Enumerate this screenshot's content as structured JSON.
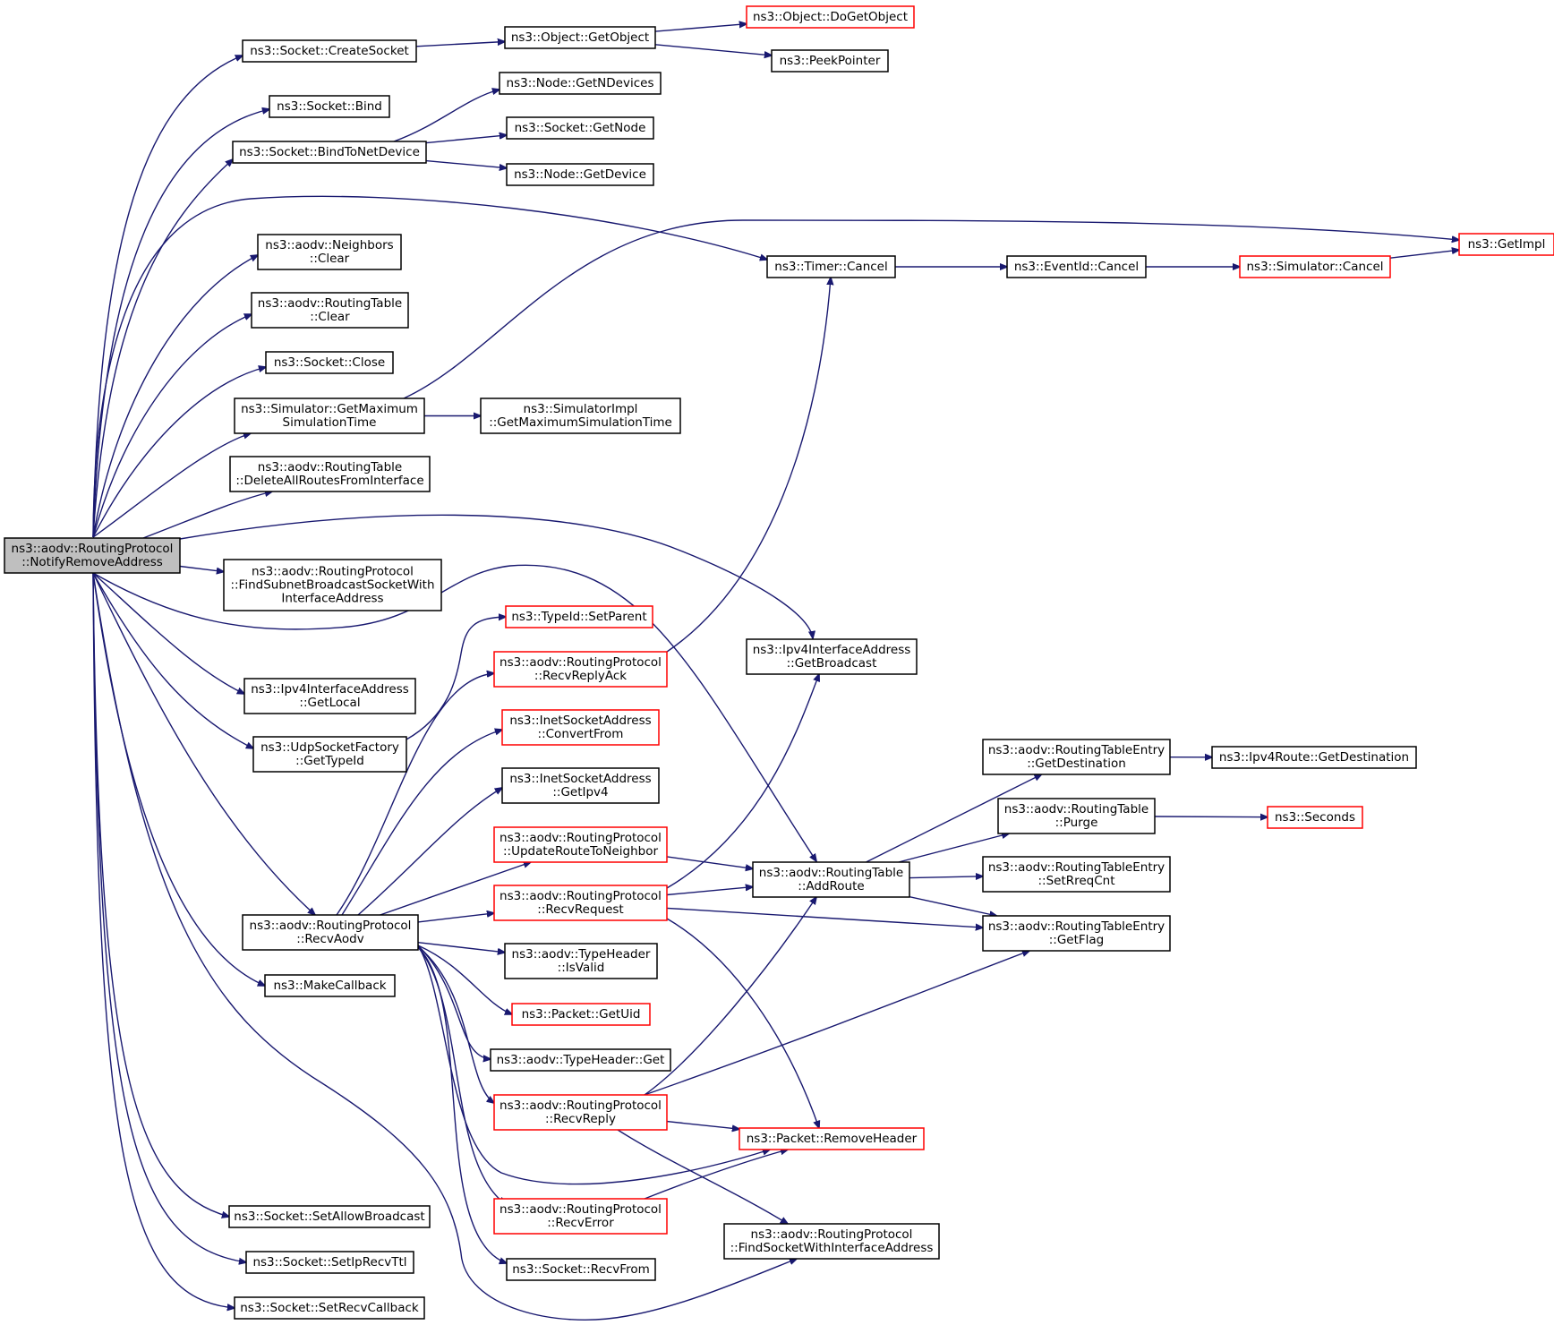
{
  "nodes": [
    {
      "id": "n0",
      "lines": [
        "ns3::aodv::RoutingProtocol",
        "::NotifyRemoveAddress"
      ],
      "color": "root",
      "link": false
    },
    {
      "id": "n1",
      "lines": [
        "ns3::Socket::CreateSocket"
      ],
      "color": "black",
      "link": true
    },
    {
      "id": "n2",
      "lines": [
        "ns3::Socket::Bind"
      ],
      "color": "black",
      "link": true
    },
    {
      "id": "n3",
      "lines": [
        "ns3::Socket::BindToNetDevice"
      ],
      "color": "black",
      "link": true
    },
    {
      "id": "n4",
      "lines": [
        "ns3::aodv::Neighbors",
        "::Clear"
      ],
      "color": "black",
      "link": true
    },
    {
      "id": "n5",
      "lines": [
        "ns3::aodv::RoutingTable",
        "::Clear"
      ],
      "color": "black",
      "link": true
    },
    {
      "id": "n6",
      "lines": [
        "ns3::Socket::Close"
      ],
      "color": "black",
      "link": true
    },
    {
      "id": "n7",
      "lines": [
        "ns3::Simulator::GetMaximum",
        "SimulationTime"
      ],
      "color": "black",
      "link": true
    },
    {
      "id": "n8",
      "lines": [
        "ns3::aodv::RoutingTable",
        "::DeleteAllRoutesFromInterface"
      ],
      "color": "black",
      "link": true
    },
    {
      "id": "n9",
      "lines": [
        "ns3::aodv::RoutingProtocol",
        "::FindSubnetBroadcastSocketWith",
        "InterfaceAddress"
      ],
      "color": "black",
      "link": true
    },
    {
      "id": "n10",
      "lines": [
        "ns3::Ipv4InterfaceAddress",
        "::GetLocal"
      ],
      "color": "black",
      "link": true
    },
    {
      "id": "n11",
      "lines": [
        "ns3::UdpSocketFactory",
        "::GetTypeId"
      ],
      "color": "black",
      "link": true
    },
    {
      "id": "n12",
      "lines": [
        "ns3::aodv::RoutingProtocol",
        "::RecvAodv"
      ],
      "color": "black",
      "link": true
    },
    {
      "id": "n13",
      "lines": [
        "ns3::MakeCallback"
      ],
      "color": "black",
      "link": true
    },
    {
      "id": "n14",
      "lines": [
        "ns3::Socket::SetAllowBroadcast"
      ],
      "color": "black",
      "link": true
    },
    {
      "id": "n15",
      "lines": [
        "ns3::Socket::SetIpRecvTtl"
      ],
      "color": "black",
      "link": true
    },
    {
      "id": "n16",
      "lines": [
        "ns3::Socket::SetRecvCallback"
      ],
      "color": "black",
      "link": true
    },
    {
      "id": "n17",
      "lines": [
        "ns3::Object::GetObject"
      ],
      "color": "black",
      "link": true
    },
    {
      "id": "n18",
      "lines": [
        "ns3::Object::DoGetObject"
      ],
      "color": "red",
      "link": true
    },
    {
      "id": "n19",
      "lines": [
        "ns3::PeekPointer"
      ],
      "color": "black",
      "link": true
    },
    {
      "id": "n20",
      "lines": [
        "ns3::Node::GetNDevices"
      ],
      "color": "black",
      "link": true
    },
    {
      "id": "n21",
      "lines": [
        "ns3::Socket::GetNode"
      ],
      "color": "black",
      "link": true
    },
    {
      "id": "n22",
      "lines": [
        "ns3::Node::GetDevice"
      ],
      "color": "black",
      "link": true
    },
    {
      "id": "n23",
      "lines": [
        "ns3::Timer::Cancel"
      ],
      "color": "black",
      "link": true
    },
    {
      "id": "n24",
      "lines": [
        "ns3::EventId::Cancel"
      ],
      "color": "black",
      "link": true
    },
    {
      "id": "n25",
      "lines": [
        "ns3::Simulator::Cancel"
      ],
      "color": "red",
      "link": true
    },
    {
      "id": "n26",
      "lines": [
        "ns3::GetImpl"
      ],
      "color": "red",
      "link": true
    },
    {
      "id": "n27",
      "lines": [
        "ns3::SimulatorImpl",
        "::GetMaximumSimulationTime"
      ],
      "color": "black",
      "link": true
    },
    {
      "id": "n28",
      "lines": [
        "ns3::TypeId::SetParent"
      ],
      "color": "red",
      "link": true
    },
    {
      "id": "n29",
      "lines": [
        "ns3::aodv::RoutingProtocol",
        "::RecvReplyAck"
      ],
      "color": "red",
      "link": true
    },
    {
      "id": "n30",
      "lines": [
        "ns3::InetSocketAddress",
        "::ConvertFrom"
      ],
      "color": "red",
      "link": true
    },
    {
      "id": "n31",
      "lines": [
        "ns3::InetSocketAddress",
        "::GetIpv4"
      ],
      "color": "black",
      "link": true
    },
    {
      "id": "n32",
      "lines": [
        "ns3::aodv::RoutingProtocol",
        "::UpdateRouteToNeighbor"
      ],
      "color": "red",
      "link": true
    },
    {
      "id": "n33",
      "lines": [
        "ns3::aodv::RoutingProtocol",
        "::RecvRequest"
      ],
      "color": "red",
      "link": true
    },
    {
      "id": "n34",
      "lines": [
        "ns3::aodv::TypeHeader",
        "::IsValid"
      ],
      "color": "black",
      "link": true
    },
    {
      "id": "n35",
      "lines": [
        "ns3::Packet::GetUid"
      ],
      "color": "red",
      "link": true
    },
    {
      "id": "n36",
      "lines": [
        "ns3::aodv::TypeHeader::Get"
      ],
      "color": "black",
      "link": true
    },
    {
      "id": "n37",
      "lines": [
        "ns3::aodv::RoutingProtocol",
        "::RecvReply"
      ],
      "color": "red",
      "link": true
    },
    {
      "id": "n38",
      "lines": [
        "ns3::aodv::RoutingProtocol",
        "::RecvError"
      ],
      "color": "red",
      "link": true
    },
    {
      "id": "n39",
      "lines": [
        "ns3::Socket::RecvFrom"
      ],
      "color": "black",
      "link": true
    },
    {
      "id": "n40",
      "lines": [
        "ns3::Ipv4InterfaceAddress",
        "::GetBroadcast"
      ],
      "color": "black",
      "link": true
    },
    {
      "id": "n41",
      "lines": [
        "ns3::aodv::RoutingTable",
        "::AddRoute"
      ],
      "color": "black",
      "link": true
    },
    {
      "id": "n42",
      "lines": [
        "ns3::Packet::RemoveHeader"
      ],
      "color": "red",
      "link": true
    },
    {
      "id": "n43",
      "lines": [
        "ns3::aodv::RoutingProtocol",
        "::FindSocketWithInterfaceAddress"
      ],
      "color": "black",
      "link": true
    },
    {
      "id": "n44",
      "lines": [
        "ns3::aodv::RoutingTableEntry",
        "::GetDestination"
      ],
      "color": "black",
      "link": true
    },
    {
      "id": "n45",
      "lines": [
        "ns3::aodv::RoutingTable",
        "::Purge"
      ],
      "color": "black",
      "link": true
    },
    {
      "id": "n46",
      "lines": [
        "ns3::aodv::RoutingTableEntry",
        "::SetRreqCnt"
      ],
      "color": "black",
      "link": true
    },
    {
      "id": "n47",
      "lines": [
        "ns3::aodv::RoutingTableEntry",
        "::GetFlag"
      ],
      "color": "black",
      "link": true
    },
    {
      "id": "n48",
      "lines": [
        "ns3::Ipv4Route::GetDestination"
      ],
      "color": "black",
      "link": true
    },
    {
      "id": "n49",
      "lines": [
        "ns3::Seconds"
      ],
      "color": "red",
      "link": true
    }
  ],
  "edges": [
    [
      "n0",
      "n1"
    ],
    [
      "n0",
      "n2"
    ],
    [
      "n0",
      "n3"
    ],
    [
      "n0",
      "n23"
    ],
    [
      "n0",
      "n4"
    ],
    [
      "n0",
      "n5"
    ],
    [
      "n0",
      "n6"
    ],
    [
      "n0",
      "n7"
    ],
    [
      "n0",
      "n8"
    ],
    [
      "n0",
      "n40"
    ],
    [
      "n0",
      "n9"
    ],
    [
      "n0",
      "n41"
    ],
    [
      "n0",
      "n10"
    ],
    [
      "n0",
      "n11"
    ],
    [
      "n0",
      "n12"
    ],
    [
      "n0",
      "n13"
    ],
    [
      "n0",
      "n43"
    ],
    [
      "n0",
      "n14"
    ],
    [
      "n0",
      "n15"
    ],
    [
      "n0",
      "n16"
    ],
    [
      "n1",
      "n17"
    ],
    [
      "n17",
      "n18"
    ],
    [
      "n17",
      "n19"
    ],
    [
      "n3",
      "n20"
    ],
    [
      "n3",
      "n21"
    ],
    [
      "n3",
      "n22"
    ],
    [
      "n7",
      "n26"
    ],
    [
      "n7",
      "n27"
    ],
    [
      "n23",
      "n24"
    ],
    [
      "n24",
      "n25"
    ],
    [
      "n25",
      "n26"
    ],
    [
      "n11",
      "n28"
    ],
    [
      "n12",
      "n29"
    ],
    [
      "n12",
      "n30"
    ],
    [
      "n12",
      "n31"
    ],
    [
      "n12",
      "n32"
    ],
    [
      "n12",
      "n33"
    ],
    [
      "n12",
      "n34"
    ],
    [
      "n12",
      "n35"
    ],
    [
      "n12",
      "n36"
    ],
    [
      "n12",
      "n37"
    ],
    [
      "n12",
      "n42"
    ],
    [
      "n12",
      "n38"
    ],
    [
      "n12",
      "n39"
    ],
    [
      "n29",
      "n23"
    ],
    [
      "n32",
      "n41"
    ],
    [
      "n33",
      "n40"
    ],
    [
      "n33",
      "n41"
    ],
    [
      "n33",
      "n47"
    ],
    [
      "n33",
      "n42"
    ],
    [
      "n37",
      "n41"
    ],
    [
      "n37",
      "n47"
    ],
    [
      "n37",
      "n42"
    ],
    [
      "n37",
      "n43"
    ],
    [
      "n38",
      "n42"
    ],
    [
      "n41",
      "n44"
    ],
    [
      "n41",
      "n45"
    ],
    [
      "n41",
      "n46"
    ],
    [
      "n41",
      "n47"
    ],
    [
      "n44",
      "n48"
    ],
    [
      "n45",
      "n49"
    ]
  ]
}
